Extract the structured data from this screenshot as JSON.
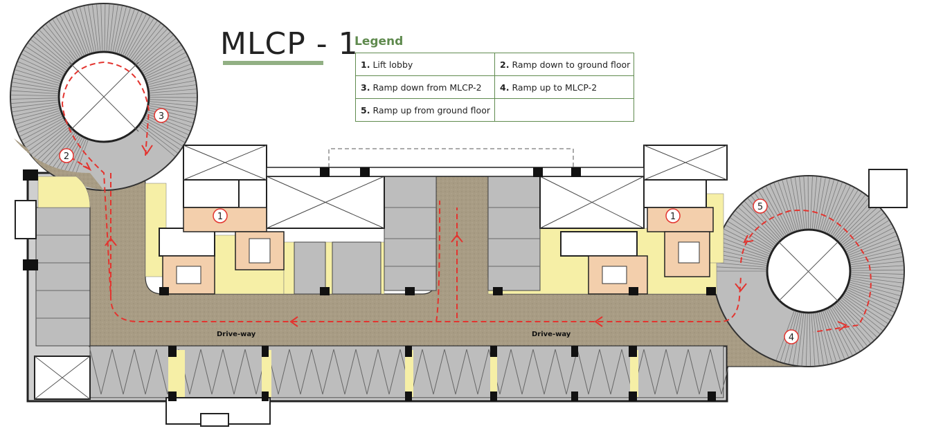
{
  "title": "MLCP - 1",
  "legend": {
    "heading": "Legend",
    "items": [
      {
        "num": "1.",
        "text": "Lift lobby"
      },
      {
        "num": "2.",
        "text": "Ramp down to ground floor"
      },
      {
        "num": "3.",
        "text": "Ramp down from MLCP-2"
      },
      {
        "num": "4.",
        "text": "Ramp up to MLCP-2"
      },
      {
        "num": "5.",
        "text": "Ramp up from ground floor"
      }
    ]
  },
  "driveway_labels": [
    "Drive-way",
    "Drive-way"
  ],
  "markers": [
    "1",
    "1",
    "2",
    "3",
    "4",
    "5"
  ],
  "colors": {
    "driveway": "#a89c84",
    "parking": "#bdbdbd",
    "yellow_zone": "#f6efa6",
    "lobby": "#f3cfac",
    "route_arrow": "#e3342f",
    "legend_border": "#5f8a4e",
    "title_underline": "#92b084"
  }
}
